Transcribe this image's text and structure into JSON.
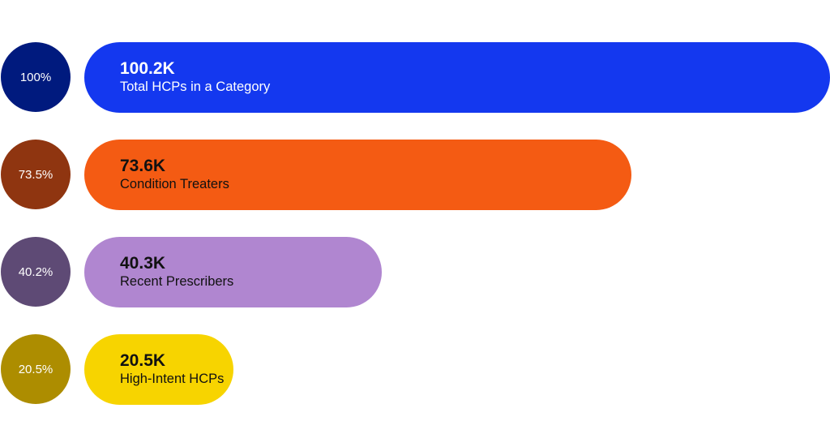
{
  "chart_data": {
    "type": "bar",
    "orientation": "horizontal",
    "categories": [
      "Total HCPs in a Category",
      "Condition Treaters",
      "Recent Prescribers",
      "High-Intent HCPs"
    ],
    "values": [
      100.2,
      73.6,
      40.3,
      20.5
    ],
    "value_labels": [
      "100.2K",
      "73.6K",
      "40.3K",
      "20.5K"
    ],
    "percent_labels": [
      "100%",
      "73.5%",
      "40.2%",
      "20.5%"
    ],
    "percents": [
      100,
      73.5,
      40.2,
      20.5
    ],
    "bar_colors": [
      "#1438ef",
      "#f45b13",
      "#b086d0",
      "#f7d400"
    ],
    "circle_colors": [
      "#001a7e",
      "#8f3510",
      "#5e4a75",
      "#ad8d00"
    ],
    "text_colors": [
      "#ffffff",
      "#111111",
      "#111111",
      "#111111"
    ],
    "grid": false,
    "legend": "none"
  }
}
